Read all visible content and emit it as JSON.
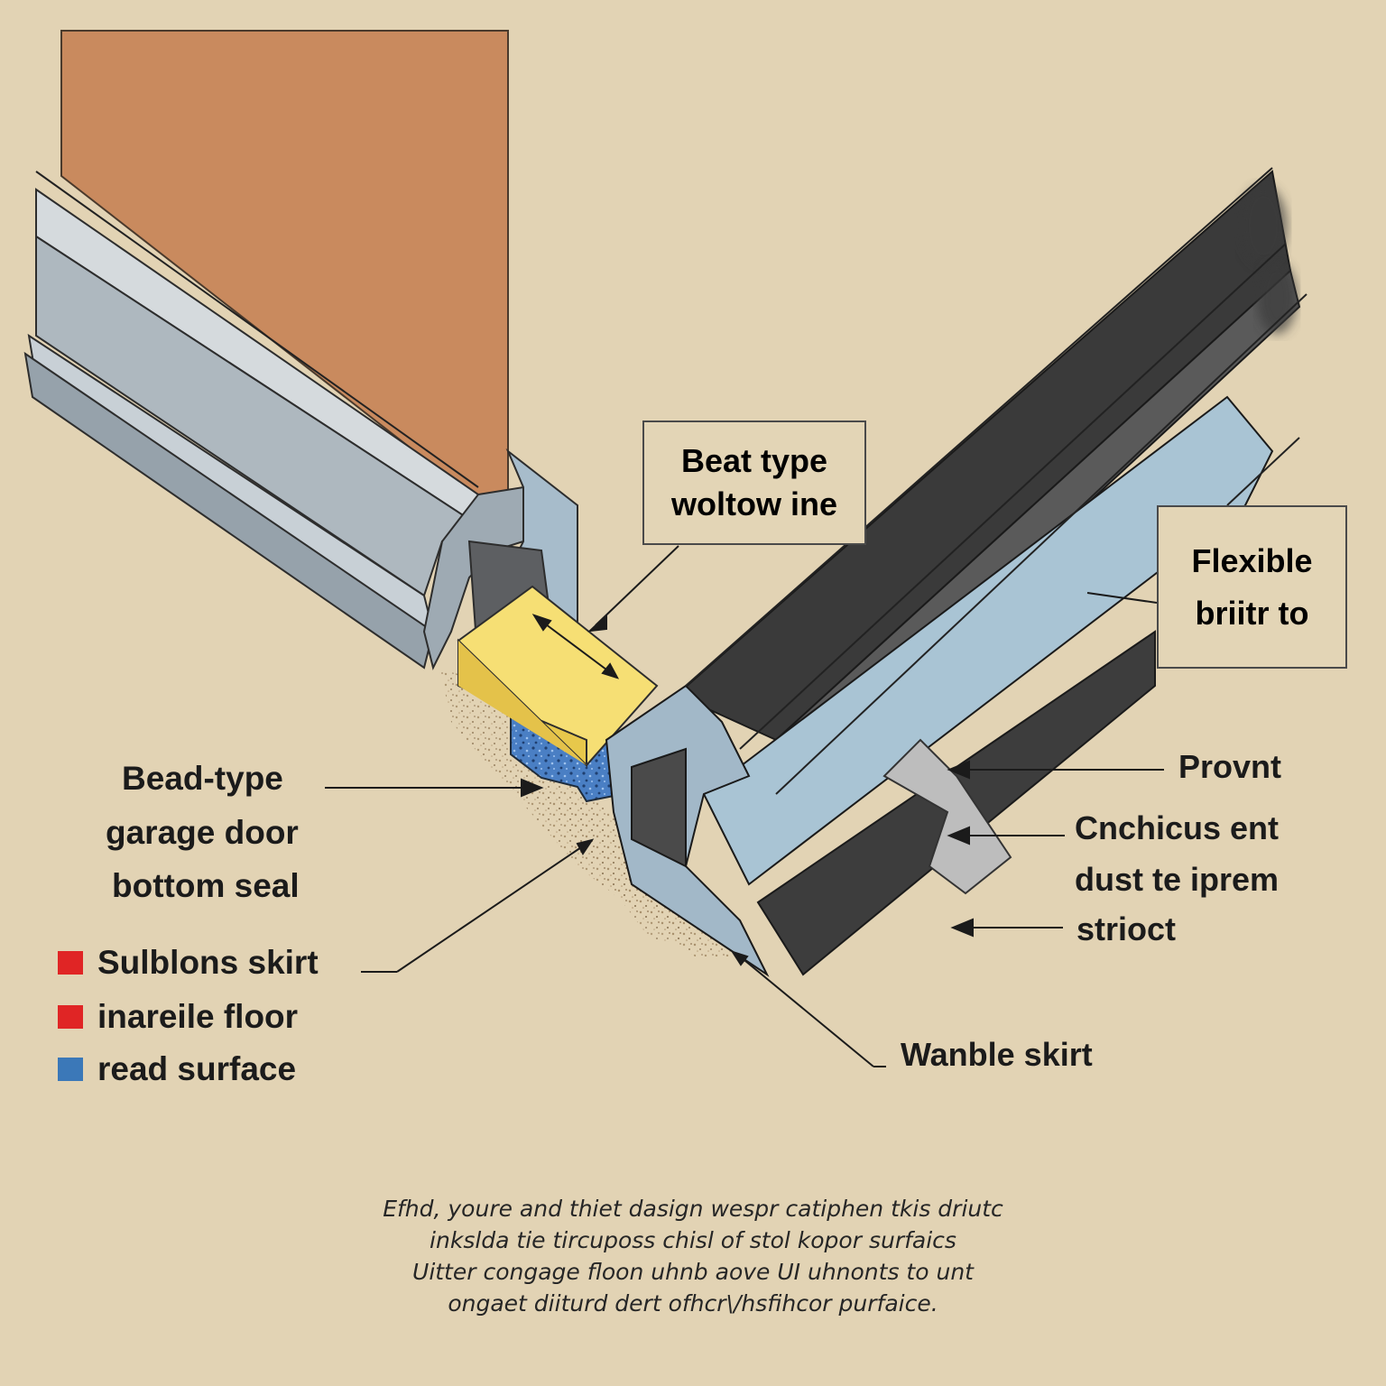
{
  "labels": {
    "top_box": [
      "Beat type",
      "woltow ine"
    ],
    "right_box": [
      "Flexible",
      "briitr to"
    ],
    "left_main": [
      "Bead-type",
      "garage door",
      "bottom seal"
    ],
    "provnt": "Provnt",
    "right_group": [
      "Cnchicus ent",
      "dust te iprem",
      "strioct"
    ],
    "bottom_right": "Wanble skirt"
  },
  "legend": [
    {
      "text": "Sulblons skirt",
      "color": "#e02525"
    },
    {
      "text": "inareile floor",
      "color": "#e02525"
    },
    {
      "text": "read surface",
      "color": "#3b78b8"
    }
  ],
  "caption": [
    "Efhd, youre and thiet dasign wespr catiphen tkis driutc",
    "inkslda tie tircuposs chisl of stol kopor surfaics",
    "Uitter congage floon uhnb aove UI uhnonts to unt",
    "ongaet diiturd dert ofhcr\\/hsfihcor purfaice."
  ],
  "colors": {
    "background": "#e2d3b4",
    "door_panel": "#c98a5e",
    "aluminum_light": "#c9d2d8",
    "aluminum_dark": "#6e7880",
    "rubber_dark": "#3b3b3b",
    "seal_blue": "#a9c4d4",
    "foam_yellow": "#f0d465",
    "foam_blue": "#4a7fc4",
    "legend_red": "#e02525",
    "legend_blue": "#3b78b8"
  }
}
